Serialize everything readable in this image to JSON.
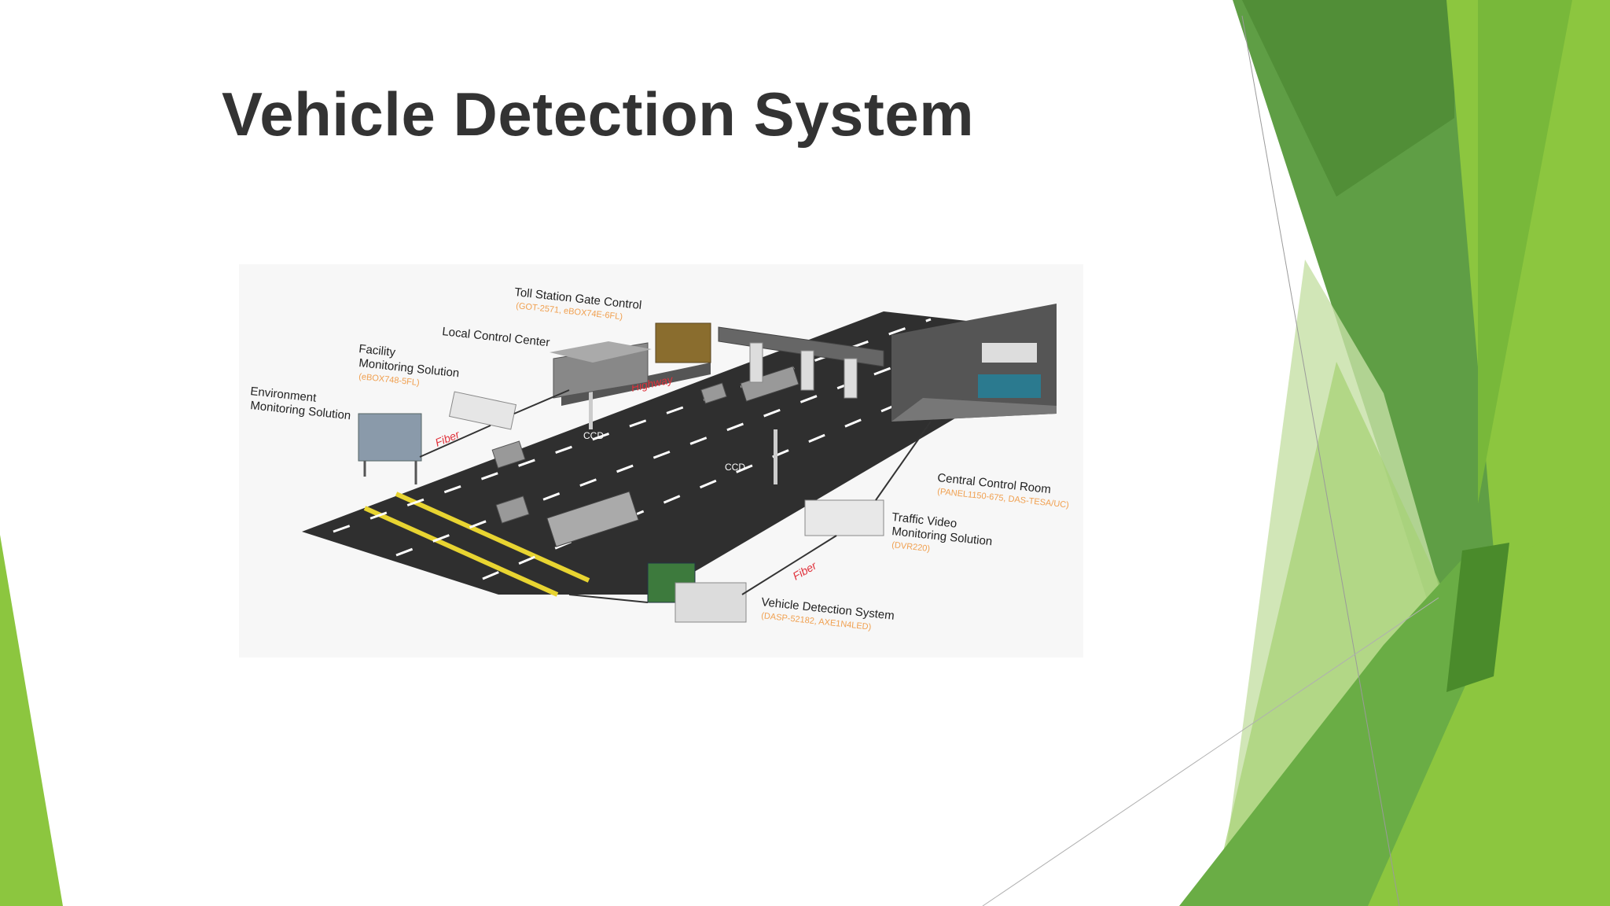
{
  "slide": {
    "title": "Vehicle Detection System"
  },
  "diagram": {
    "labels": {
      "toll_station_gate_control": "Toll Station Gate Control",
      "toll_station_gate_control_models": "(GOT-2571, eBOX74E-6FL)",
      "local_control_center": "Local Control Center",
      "facility_monitoring_line1": "Facility",
      "facility_monitoring_line2": "Monitoring Solution",
      "facility_monitoring_models": "(eBOX748-5FL)",
      "environment_monitoring_line1": "Environment",
      "environment_monitoring_line2": "Monitoring Solution",
      "fiber_left": "Fiber",
      "ccd_left": "CCD",
      "ccd_right": "CCD",
      "highway_sign": "Highway",
      "central_control_room": "Central Control Room",
      "central_control_room_models": "(PANEL1150-675, DAS-TESA/UC)",
      "traffic_video_line1": "Traffic Video",
      "traffic_video_line2": "Monitoring Solution",
      "traffic_video_models": "(DVR220)",
      "fiber_right": "Fiber",
      "vehicle_detection_system": "Vehicle Detection System",
      "vehicle_detection_models": "(DASP-52182, AXE1N4LED)"
    }
  },
  "colors": {
    "green_dark": "#4f8b35",
    "green_mid": "#6dab3c",
    "green_light": "#8cc63f",
    "green_pale": "#c5e0a5",
    "road": "#333333",
    "title": "#333333"
  }
}
